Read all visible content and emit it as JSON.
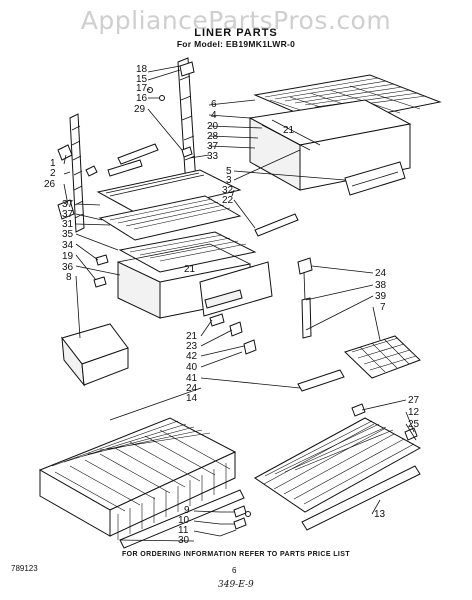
{
  "watermark": "AppliancePartsPros.com",
  "header": {
    "title": "LINER PARTS",
    "model_line": "For Model: EB19MK1LWR-0"
  },
  "footer": {
    "ordering_note": "FOR ORDERING INFORMATION REFER TO PARTS PRICE LIST",
    "doc_number": "789123",
    "page_number": "6",
    "handwritten_note": "349-E-9"
  },
  "callouts": {
    "18": "18",
    "15": "15",
    "17": "17",
    "16": "16",
    "29": "29",
    "6": "6",
    "4": "4",
    "20": "20",
    "28": "28",
    "37": "37",
    "33": "33",
    "1": "1",
    "2": "2",
    "26": "26",
    "5": "5",
    "3": "3",
    "32": "32",
    "22": "22",
    "31": "31",
    "35": "35",
    "34": "34",
    "19": "19",
    "36": "36",
    "8": "8",
    "21": "21",
    "23": "23",
    "42": "42",
    "40": "40",
    "41": "41",
    "24": "24",
    "14": "14",
    "38": "38",
    "39": "39",
    "7": "7",
    "27": "27",
    "12": "12",
    "25": "25",
    "13": "13",
    "9": "9",
    "10": "10",
    "11": "11",
    "30": "30"
  }
}
